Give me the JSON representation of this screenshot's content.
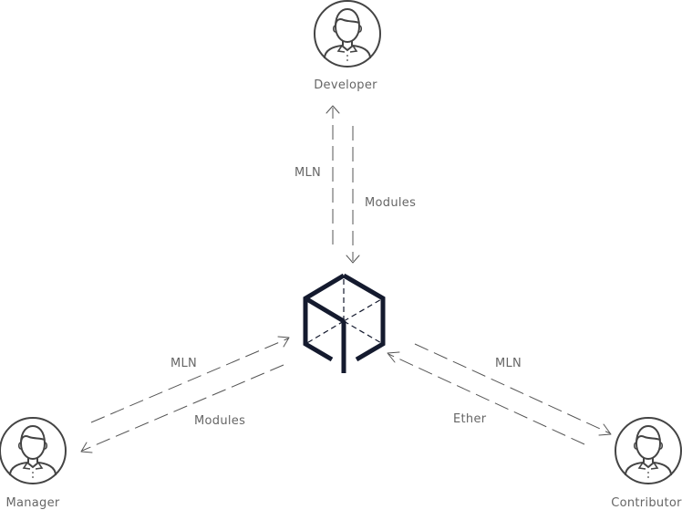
{
  "colors": {
    "line": "#555555",
    "text": "#666666",
    "cube": "#141a2e",
    "icon": "#444444"
  },
  "nodes": {
    "developer": {
      "label": "Developer",
      "icon": "person-icon"
    },
    "manager": {
      "label": "Manager",
      "icon": "person-icon"
    },
    "contributor": {
      "label": "Contributor",
      "icon": "person-icon"
    },
    "protocol": {
      "icon": "cube-icon"
    }
  },
  "edges": {
    "developer_mln": "MLN",
    "developer_modules": "Modules",
    "manager_mln": "MLN",
    "manager_modules": "Modules",
    "contributor_mln": "MLN",
    "contributor_ether": "Ether"
  }
}
